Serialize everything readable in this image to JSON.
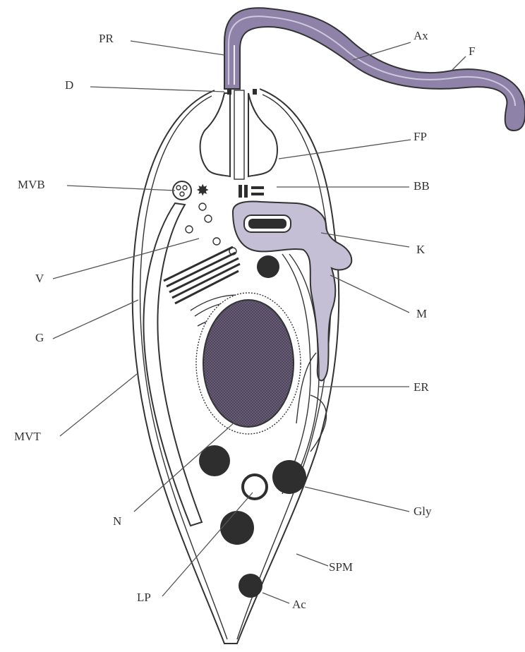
{
  "diagram": {
    "labels": {
      "pr": "PR",
      "ax": "Ax",
      "f": "F",
      "d": "D",
      "fp": "FP",
      "mvb": "MVB",
      "bb": "BB",
      "k": "K",
      "v": "V",
      "m": "M",
      "g": "G",
      "er": "ER",
      "mvt": "MVT",
      "n": "N",
      "gly": "Gly",
      "lp": "LP",
      "spm": "SPM",
      "ac": "Ac"
    }
  },
  "colors": {
    "outline": "#333333",
    "flagellum_fill": "#8e82a8",
    "kinetoplast_fill": "#c4bfd4",
    "nucleus_fill": "#6b627a",
    "granule_fill": "#2e2e2e"
  }
}
